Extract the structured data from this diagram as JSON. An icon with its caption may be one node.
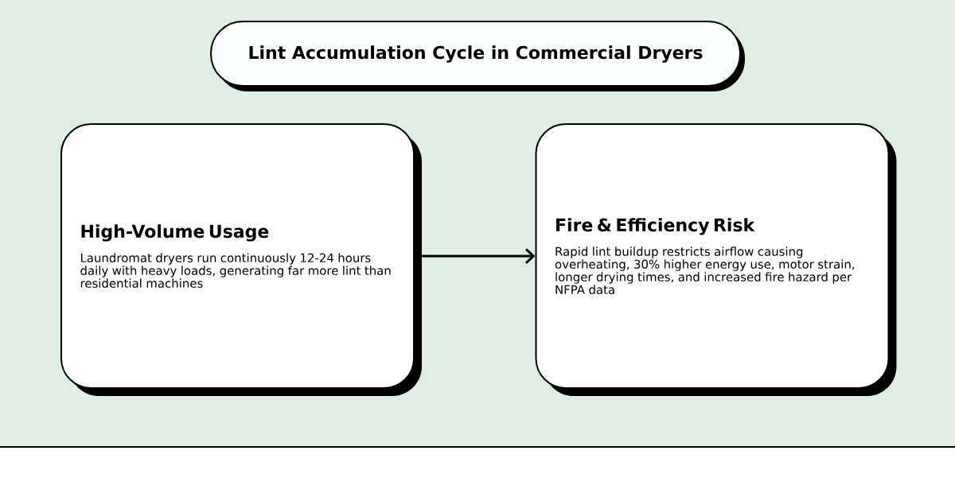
{
  "diagram": {
    "title": "Lint Accumulation Cycle in Commercial Dryers",
    "nodes": [
      {
        "text": [
          "High-Volume Usage",
          "Laundromat dryers run continuously 12-24 hours daily with heavy loads, generating far more lint than residential machines"
        ]
      },
      {
        "text": [
          "Fire & Efficiency Risk",
          "Rapid lint buildup restricts airflow causing overheating, 30% higher energy use, motor strain, longer drying times, and increased fire hazard per NFPA data"
        ]
      }
    ],
    "edges": [
      {
        "from": 0,
        "to": 1,
        "arrow": "to"
      }
    ]
  }
}
